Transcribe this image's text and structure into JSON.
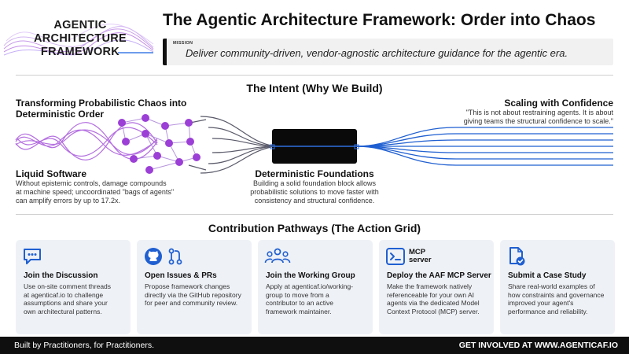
{
  "logo": {
    "line1": "AGENTIC",
    "line2": "ARCHITECTURE",
    "line3": "FRAMEWORK"
  },
  "title": "The Agentic Architecture Framework: Order into Chaos",
  "mission": {
    "label": "MISSION",
    "text": "Deliver community-driven, vendor-agnostic architecture guidance for the agentic era."
  },
  "intent": {
    "heading": "The Intent (Why We Build)",
    "left_title_1": "Transforming Probabilistic Chaos into",
    "left_title_2": "Deterministic Order",
    "right_title": "Scaling with Confidence",
    "right_quote_1": "\"This is not about restraining agents. It is about",
    "right_quote_2": "giving teams the structural confidence to scale.\"",
    "liquid_title": "Liquid Software",
    "liquid_text_1": "Without epistemic controls, damage compounds",
    "liquid_text_2": "at machine speed; uncoordinated \"bags of agents\"",
    "liquid_text_3": "can amplify errors by up to 17.2x.",
    "foundations_title": "Deterministic Foundations",
    "foundations_text_1": "Building a solid foundation block allows",
    "foundations_text_2": "probabilistic solutions to move faster with",
    "foundations_text_3": "consistency and structural confidence."
  },
  "colors": {
    "chaos": "#9b3fd6",
    "order": "#1f5fd1",
    "card_bg": "#eef1f6",
    "icon": "#1f5fd1",
    "footer_bg": "#0f0f0f"
  },
  "pathways": {
    "heading": "Contribution Pathways (The Action Grid)",
    "cards": [
      {
        "icon": "chat-bubble-icon",
        "title": "Join the Discussion",
        "lines": [
          "Use on-site comment threads",
          "at agenticaf.io to challenge",
          "assumptions and share your",
          "own architectural patterns."
        ]
      },
      {
        "icon": "github-icon",
        "title": "Open Issues & PRs",
        "lines": [
          "Propose framework changes",
          "directly via the GitHub repository",
          "for peer and community review."
        ]
      },
      {
        "icon": "people-group-icon",
        "title": "Join the Working Group",
        "lines": [
          "Apply at agenticaf.io/working-",
          "group to move from a",
          "contributor to an active",
          "framework maintainer."
        ]
      },
      {
        "icon": "terminal-icon",
        "mcp_line1": "MCP",
        "mcp_line2": "server",
        "title": "Deploy the AAF MCP Server",
        "lines": [
          "Make the framework natively",
          "referenceable for your own AI",
          "agents via the dedicated Model",
          "Context Protocol (MCP) server."
        ]
      },
      {
        "icon": "document-check-icon",
        "title": "Submit a Case Study",
        "lines": [
          "Share real-world examples of",
          "how constraints and governance",
          "improved your agent's",
          "performance and reliability."
        ]
      }
    ]
  },
  "footer": {
    "left": "Built by Practitioners, for Practitioners.",
    "right": "GET INVOLVED AT WWW.AGENTICAF.IO"
  }
}
